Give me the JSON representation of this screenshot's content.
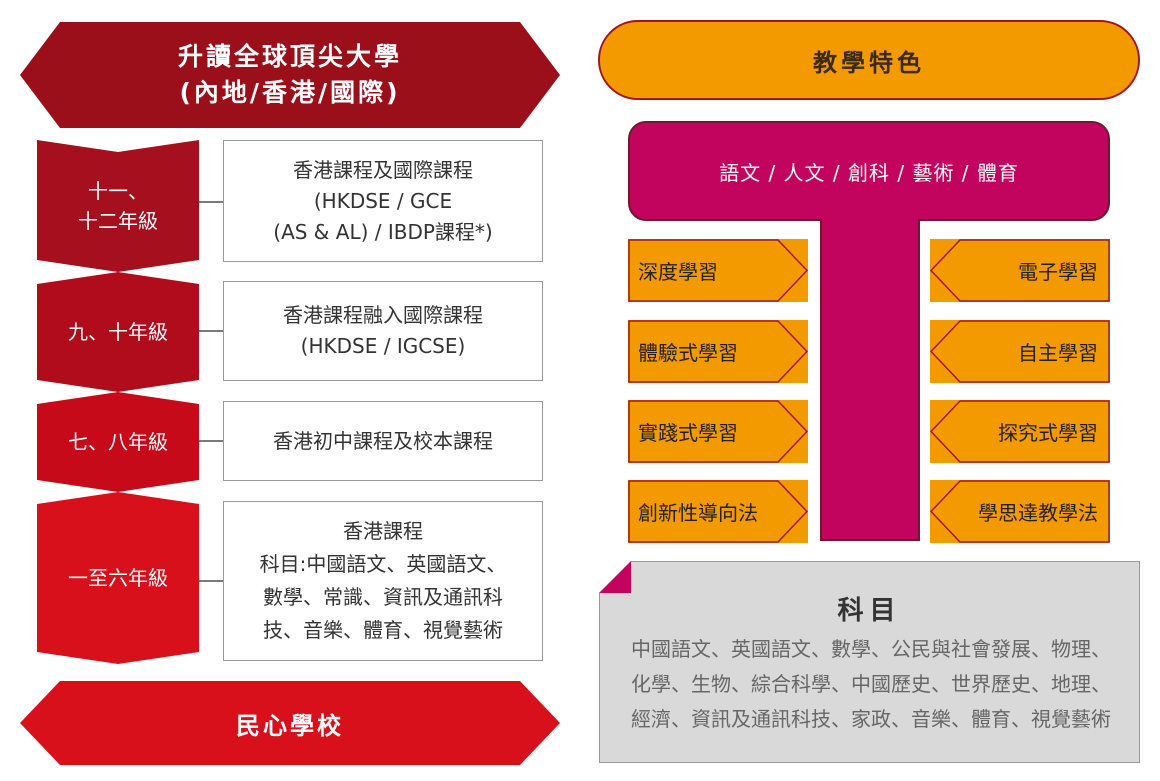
{
  "top_banner": {
    "line1": "升讀全球頂尖大學",
    "line2": "(內地/香港/國際)"
  },
  "bottom_banner": {
    "label": "民心學校"
  },
  "grades": [
    {
      "label_lines": [
        "十一、",
        "十二年級"
      ],
      "color": "#a50f1e",
      "course_lines": [
        "香港課程及國際課程",
        "(HKDSE / GCE",
        "(AS & AL) / IBDP課程*)"
      ]
    },
    {
      "label_lines": [
        "九、十年級"
      ],
      "color": "#b10c1c",
      "course_lines": [
        "香港課程融入國際課程",
        "(HKDSE / IGCSE)"
      ]
    },
    {
      "label_lines": [
        "七、八年級"
      ],
      "color": "#c70a1a",
      "course_lines": [
        "香港初中課程及校本課程"
      ]
    },
    {
      "label_lines": [
        "一至六年級"
      ],
      "color": "#d8101c",
      "course_lines": [
        "香港課程",
        "科目:中國語文、英國語文、",
        "數學、常識、資訊及通訊科",
        "技、音樂、體育、視覺藝術"
      ]
    }
  ],
  "features": {
    "header": "教學特色",
    "t_bar": "語文 / 人文 / 創科 / 藝術 / 體育",
    "left": [
      "深度學習",
      "體驗式學習",
      "實踐式學習",
      "創新性導向法"
    ],
    "right": [
      "電子學習",
      "自主學習",
      "探究式學習",
      "學思達教學法"
    ]
  },
  "subjects": {
    "title": "科目",
    "lines": [
      "中國語文、英國語文、數學、公民與社會發展、物理、",
      "化學、生物、綜合科學、中國歷史、世界歷史、地理、",
      "經濟、資訊及通訊科技、家政、音樂、體育、視覺藝術"
    ]
  },
  "colors": {
    "dark_red": "#9b0f1b",
    "red": "#d8101c",
    "orange": "#f39a00",
    "magenta": "#c2045e",
    "grey_panel": "#d9d9d9"
  }
}
